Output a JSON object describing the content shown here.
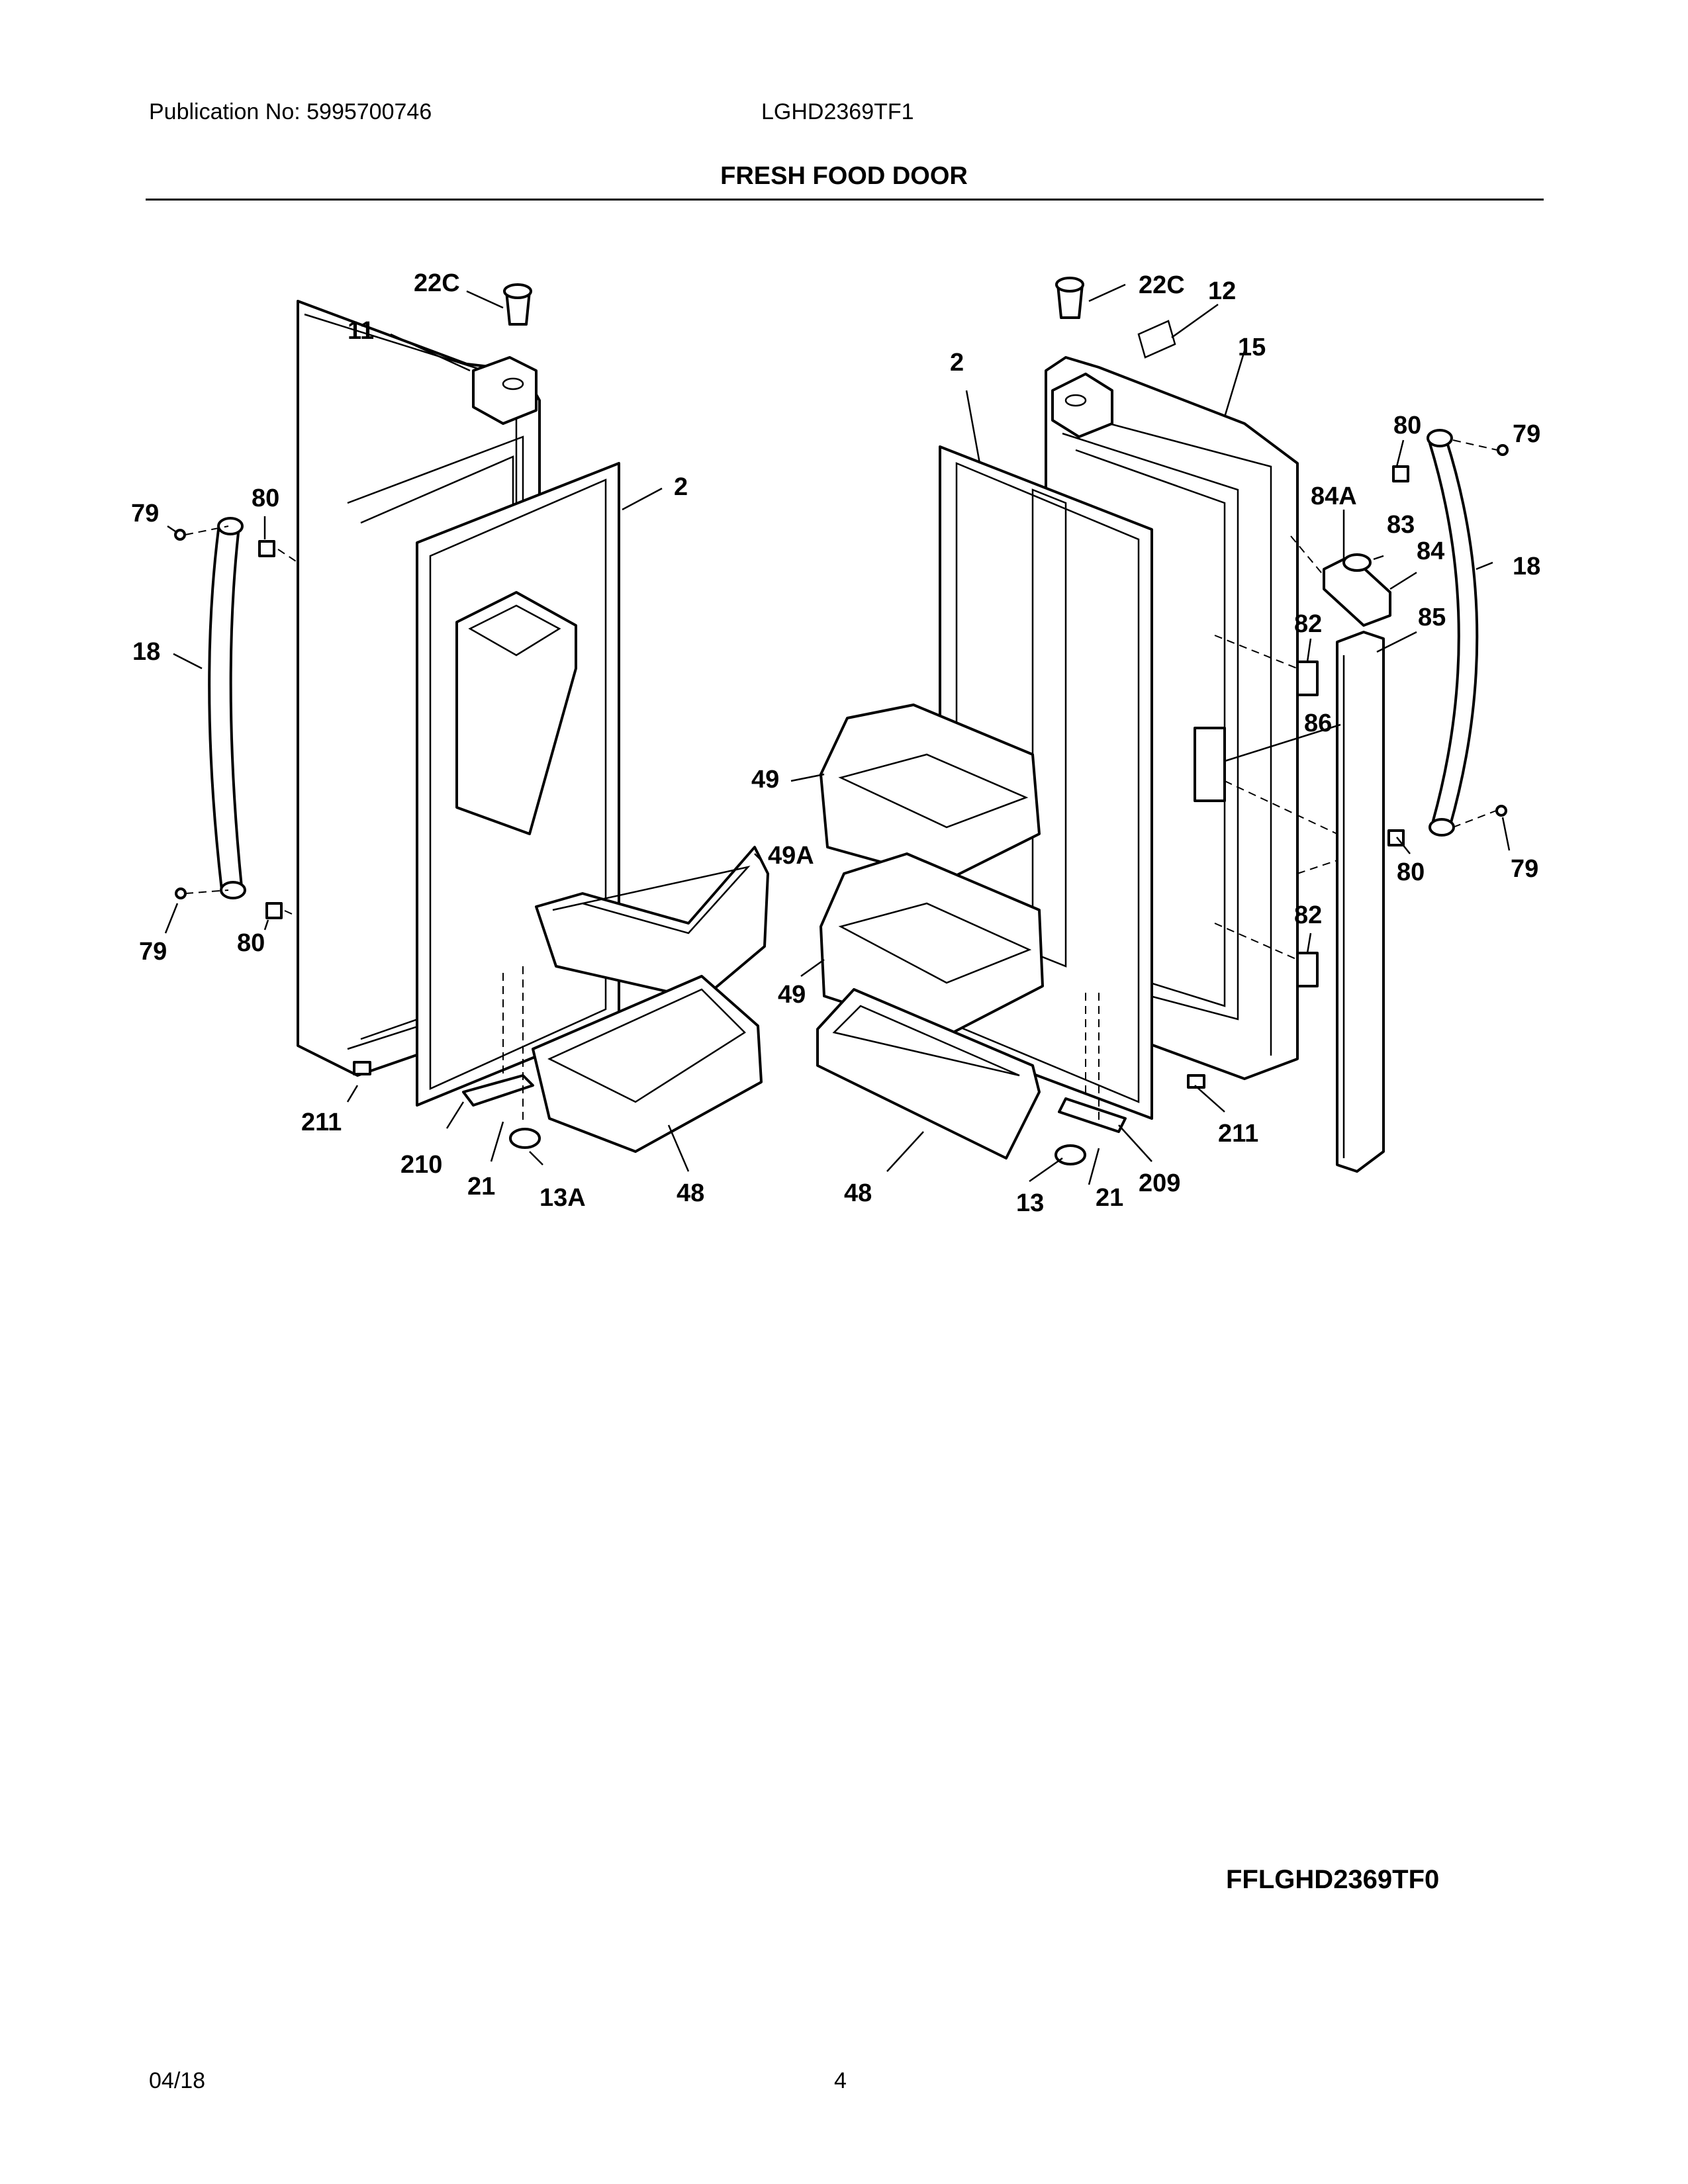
{
  "header": {
    "publication": "Publication No: 5995700746",
    "model": "LGHD2369TF1",
    "section_title": "FRESH FOOD DOOR"
  },
  "callouts": {
    "c22c_left": "22C",
    "c11": "11",
    "c2_left": "2",
    "c79_tl": "79",
    "c80_tl": "80",
    "c18_left": "18",
    "c79_bl": "79",
    "c80_bl": "80",
    "c49a": "49A",
    "c211_left": "211",
    "c210": "210",
    "c21_left": "21",
    "c13a": "13A",
    "c48_left": "48",
    "c22c_right": "22C",
    "c12": "12",
    "c2_right": "2",
    "c15": "15",
    "c80_tr": "80",
    "c79_tr": "79",
    "c84a": "84A",
    "c83": "83",
    "c84": "84",
    "c18_right": "18",
    "c82_top": "82",
    "c85": "85",
    "c86": "86",
    "c49_top": "49",
    "c80_br": "80",
    "c79_br": "79",
    "c82_bot": "82",
    "c49_bot": "49",
    "c211_right": "211",
    "c209": "209",
    "c21_right": "21",
    "c13": "13",
    "c48_right": "48"
  },
  "diagram_code": "FFLGHD2369TF0",
  "footer": {
    "date": "04/18",
    "page": "4"
  }
}
